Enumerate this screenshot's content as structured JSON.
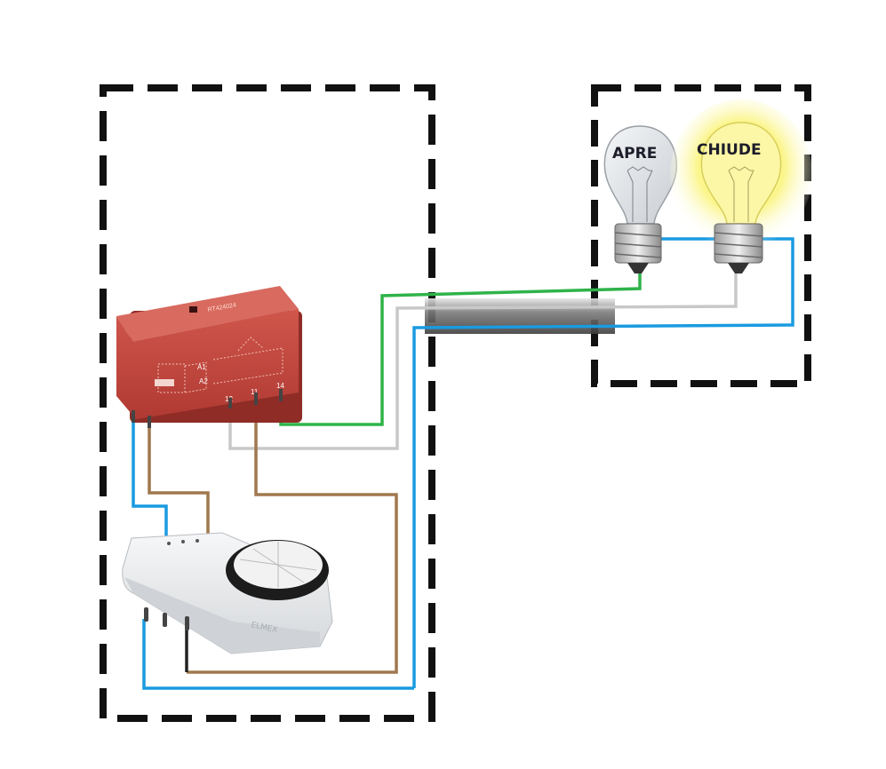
{
  "relay": {
    "model_text": "RT424024",
    "coil_labels": [
      "A1",
      "A2"
    ],
    "pins": [
      "12",
      "11",
      "14"
    ]
  },
  "timer": {
    "brand_text": "ELMEX"
  },
  "lamps": [
    {
      "label": "APRE",
      "lit": false
    },
    {
      "label": "CHIUDE",
      "lit": true
    }
  ],
  "colors": {
    "frame": "#111111",
    "wire_green": "#2fb34a",
    "wire_gray": "#c8c8c8",
    "wire_blue": "#1a9be0",
    "wire_brown": "#a0784e",
    "relay_body": "#c0413a",
    "timer_body": "#e8eaec",
    "bulb_glow": "#f7f25a"
  }
}
